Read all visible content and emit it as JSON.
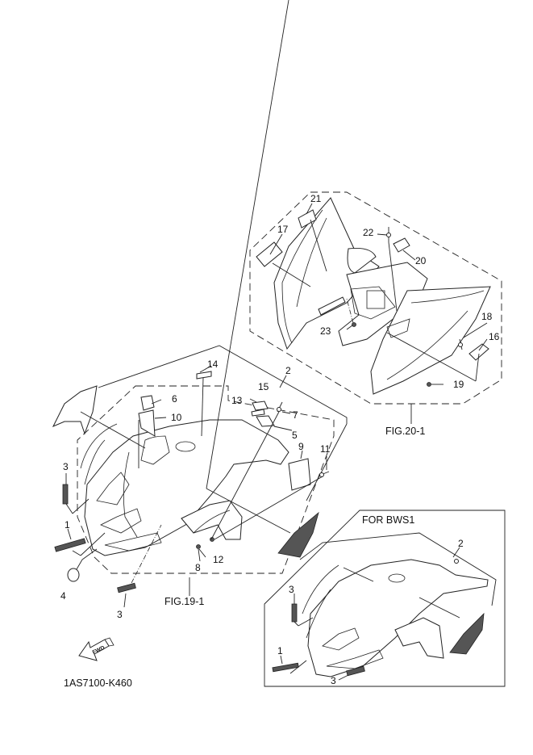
{
  "diagram": {
    "code": "1AS7100-K460",
    "direction_arrow": "FWD",
    "figures": {
      "fig19": "FIG.19-1",
      "fig20": "FIG.20-1",
      "variant_box": "FOR BWS1"
    },
    "callouts_main": [
      "1",
      "2",
      "3",
      "3",
      "4",
      "5",
      "6",
      "7",
      "8",
      "9",
      "10",
      "11",
      "12",
      "13",
      "14",
      "15"
    ],
    "callouts_rear": [
      "16",
      "17",
      "18",
      "19",
      "20",
      "21",
      "22",
      "23"
    ],
    "callouts_variant": [
      "1",
      "2",
      "3",
      "3"
    ]
  }
}
